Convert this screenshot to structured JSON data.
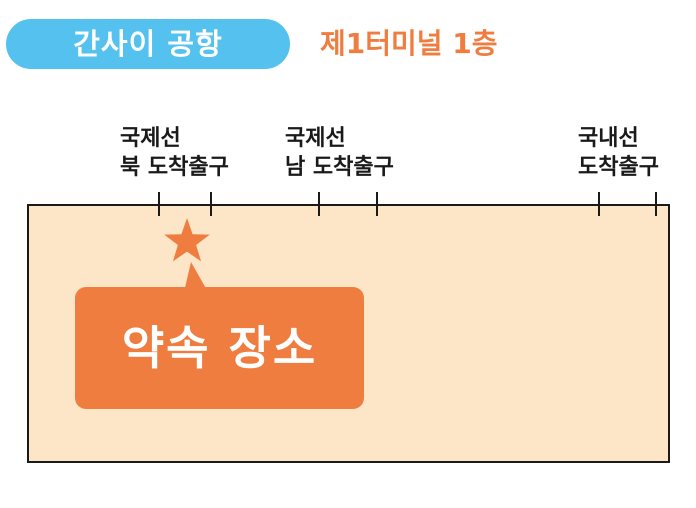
{
  "header": {
    "airport": "간사이 공항",
    "floor": "제1터미널 1층"
  },
  "gates": [
    {
      "line1": "국제선",
      "line2": "북 도착출구"
    },
    {
      "line1": "국제선",
      "line2": "남 도착출구"
    },
    {
      "line1": "국내선",
      "line2": "도착출구"
    }
  ],
  "meeting_point": {
    "label": "약속 장소",
    "icon": "star-icon"
  },
  "colors": {
    "airport_pill": "#55c1ef",
    "accent_orange": "#ef7d3f",
    "floor_fill": "#fde5c7",
    "outline": "#1a1a1a"
  }
}
